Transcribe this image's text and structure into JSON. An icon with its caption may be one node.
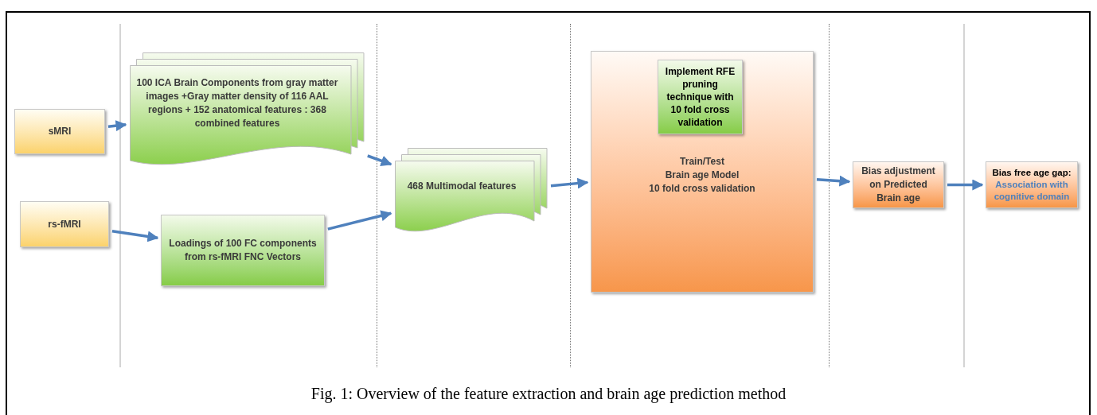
{
  "diagram": {
    "caption": "Fig. 1: Overview of the feature extraction and brain age prediction method",
    "nodes": [
      {
        "text": [
          "sMRI"
        ]
      },
      {
        "text": [
          "rs-fMRI"
        ]
      },
      {
        "text": [
          "100 ICA Brain Components from gray matter images +Gray matter density of 116 AAL regions + 152 anatomical features : 368 combined features"
        ]
      },
      {
        "text": [
          "Loadings of 100 FC components from rs-fMRI FNC Vectors"
        ]
      },
      {
        "text": [
          "468 Multimodal features"
        ]
      },
      {
        "text": [
          "Train/Test",
          "Brain age Model",
          "10 fold cross validation"
        ]
      },
      {
        "text": [
          "Implement RFE pruning technique with 10 fold cross validation"
        ],
        "in": 5
      },
      {
        "text": [
          "Bias adjustment on Predicted Brain age"
        ]
      },
      {
        "text": [
          "Bias free age gap:",
          "Association with cognitive domain"
        ]
      }
    ],
    "edges": [
      {
        "from": 0,
        "to": 2,
        "arrow": "to"
      },
      {
        "from": 1,
        "to": 3,
        "arrow": "to"
      },
      {
        "from": 2,
        "to": 4,
        "arrow": "to"
      },
      {
        "from": 3,
        "to": 4,
        "arrow": "to"
      },
      {
        "from": 4,
        "to": 5,
        "arrow": "to"
      },
      {
        "from": 5,
        "to": 7,
        "arrow": "to"
      },
      {
        "from": 7,
        "to": 8,
        "arrow": "to"
      }
    ]
  }
}
